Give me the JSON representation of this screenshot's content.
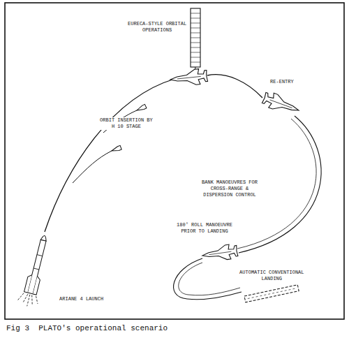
{
  "diagram": {
    "caption": "Fig 3  PLATO's operational scenario",
    "labels": [
      "EURECA-STYLE ORBITAL OPERATIONS",
      "RE-ENTRY",
      "ORBIT INSERTION BY H 10 STAGE",
      "BANK MANOEUVRES FOR CROSS-RANGE & DISPERSION CONTROL",
      "180° ROLL MANOEUVRE PRIOR TO LANDING",
      "AUTOMATIC CONVENTIONAL LANDING",
      "ARIANE 4 LAUNCH"
    ]
  }
}
